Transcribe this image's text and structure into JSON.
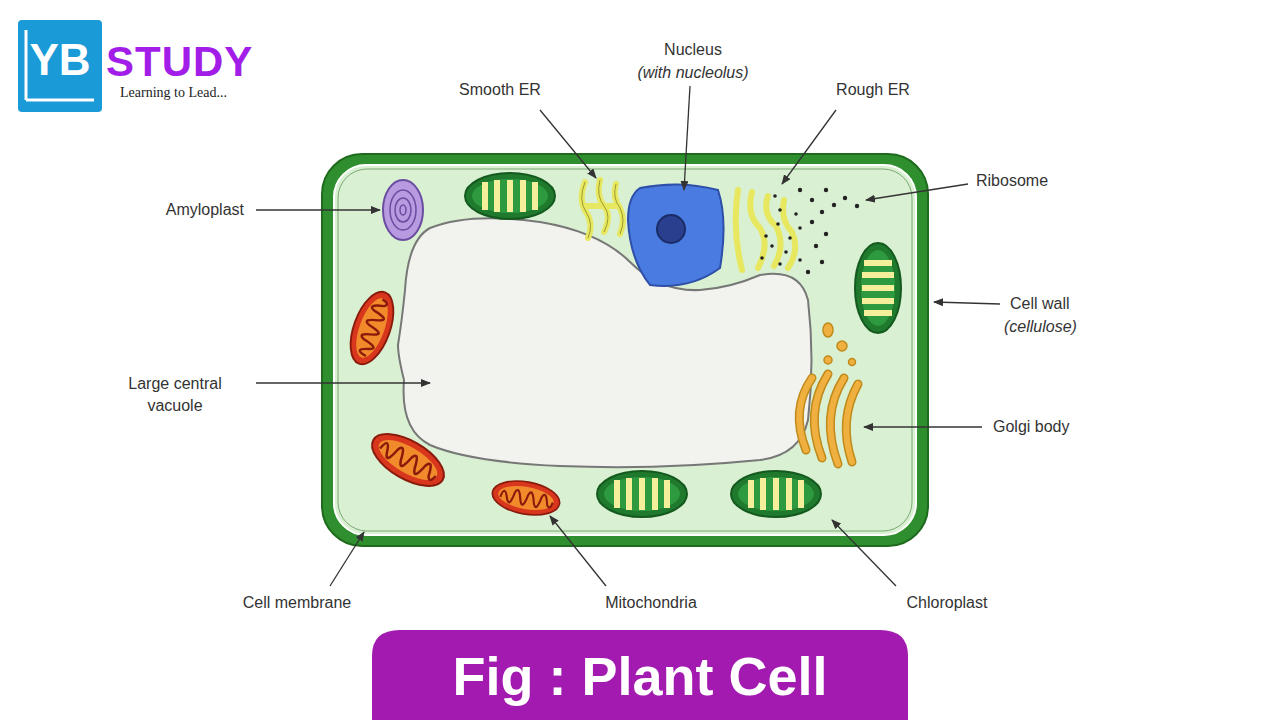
{
  "diagram": {
    "caption": "Fig : Plant Cell",
    "nodes": [
      {
        "text": [
          "YB"
        ]
      }
    ],
    "labels": [
      "STUDY",
      "Learning to Lead...",
      "Nucleus",
      "(with nucleolus)",
      "Smooth ER",
      "Rough ER",
      "Ribosome",
      "Amyloplast",
      "Cell wall",
      "(cellulose)",
      "Large central vacuole",
      "Golgi body",
      "Cell membrane",
      "Mitochondria",
      "Chloroplast"
    ]
  }
}
